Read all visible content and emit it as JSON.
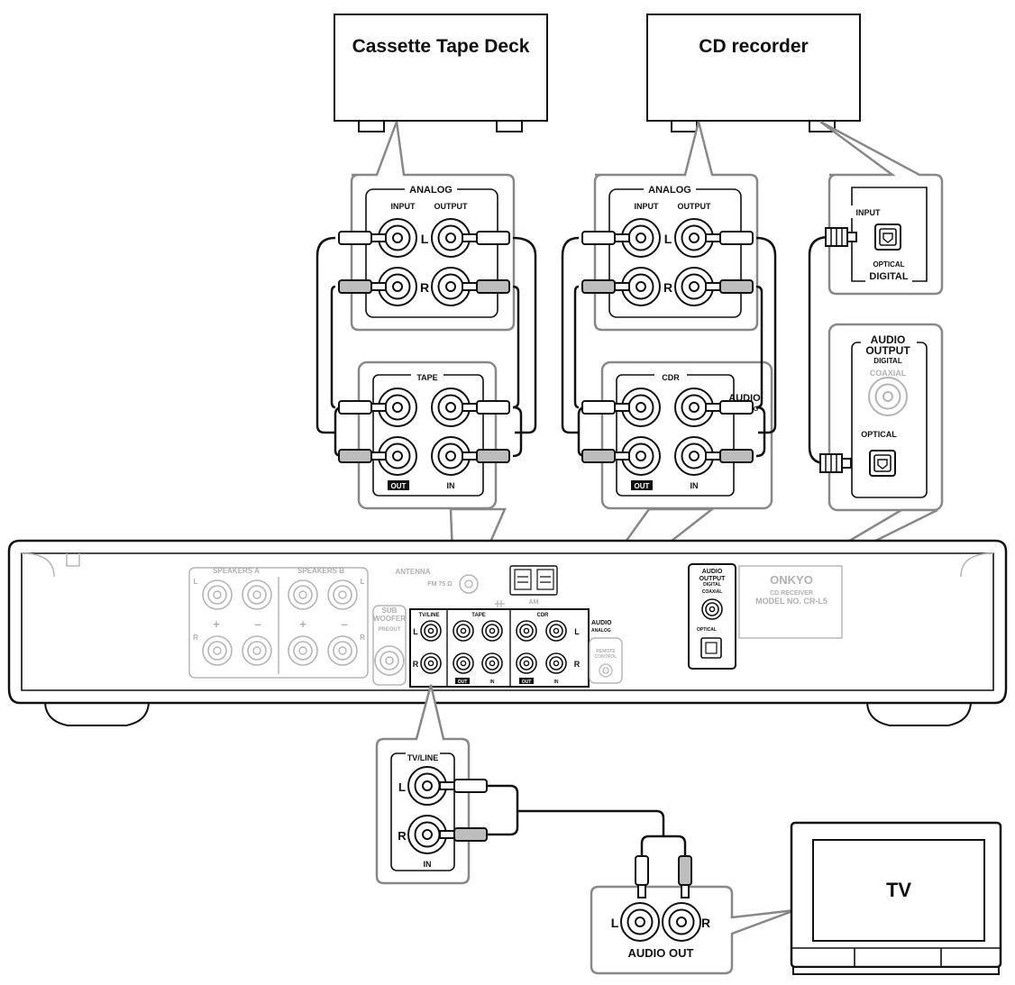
{
  "devices": {
    "cassette_deck": "Cassette Tape Deck",
    "cd_recorder": "CD recorder",
    "tv": "TV"
  },
  "cassette_panel": {
    "group": "ANALOG",
    "input": "INPUT",
    "output": "OUTPUT",
    "left": "L",
    "right": "R"
  },
  "cdr_panel": {
    "group": "ANALOG",
    "input": "INPUT",
    "output": "OUTPUT",
    "left": "L",
    "right": "R"
  },
  "cdr_digital_panel": {
    "input": "INPUT",
    "optical": "OPTICAL",
    "digital": "DIGITAL"
  },
  "tape_zoom": {
    "label": "TAPE",
    "out": "OUT",
    "in": "IN"
  },
  "cdr_zoom": {
    "label": "CDR",
    "audio": "AUDIO",
    "analog": "ANALOG",
    "out": "OUT",
    "in": "IN"
  },
  "digital_out_zoom": {
    "audio": "AUDIO",
    "output": "OUTPUT",
    "digital": "DIGITAL",
    "coaxial": "COAXIAL",
    "optical": "OPTICAL"
  },
  "receiver": {
    "speakers_a": "SPEAKERS A",
    "speakers_b": "SPEAKERS B",
    "plus": "+",
    "minus": "–",
    "left": "L",
    "right": "R",
    "subwoofer_1": "SUB",
    "subwoofer_2": "WOOFER",
    "preout": "PREOUT",
    "antenna": "ANTENNA",
    "fm": "FM 75 Ω",
    "am": "AM",
    "tvline": "TV/LINE",
    "tape": "TAPE",
    "cdr": "CDR",
    "audio": "AUDIO",
    "analog": "ANALOG",
    "out": "OUT",
    "in": "IN",
    "remote_1": "REMOTE",
    "remote_2": "CONTROL",
    "dig_audio": "AUDIO",
    "dig_output": "OUTPUT",
    "dig_digital": "DIGITAL",
    "dig_coaxial": "COAXIAL",
    "dig_optical": "OPTICAL",
    "brand": "ONKYO",
    "model_1": "CD RECEIVER",
    "model_2": "MODEL NO. CR-L5"
  },
  "tvline_zoom": {
    "label": "TV/LINE",
    "left": "L",
    "right": "R",
    "in": "IN"
  },
  "tv_audio_panel": {
    "left": "L",
    "right": "R",
    "label": "AUDIO OUT"
  }
}
